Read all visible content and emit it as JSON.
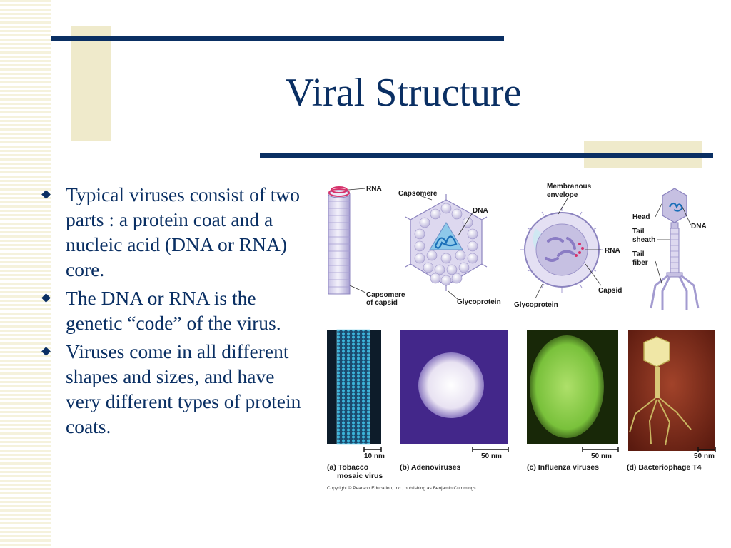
{
  "slide": {
    "title": "Viral Structure",
    "bullets": [
      "Typical viruses consist of two parts :  a protein coat and a nucleic acid (DNA or RNA) core.",
      "The DNA or RNA is the genetic “code” of the virus.",
      "Viruses come in all different shapes and sizes, and have very different types of protein coats."
    ]
  },
  "figure": {
    "labels": {
      "rna_tmv": "RNA",
      "capsomere": "Capsomere",
      "dna_adeno": "DNA",
      "membranous1": "Membranous",
      "membranous2": "envelope",
      "head": "Head",
      "dna_phage": "DNA",
      "tail1": "Tail",
      "sheath": "sheath",
      "tail2": "Tail",
      "fiber": "fiber",
      "rna_flu": "RNA",
      "capsomere_of1": "Capsomere",
      "capsomere_of2": "of capsid",
      "glyco_adeno": "Glycoprotein",
      "glyco_flu": "Glycoprotein",
      "capsid": "Capsid"
    },
    "scales": [
      "10 nm",
      "50 nm",
      "50 nm",
      "50 nm"
    ],
    "captions": {
      "a1": "(a) Tobacco",
      "a2": "mosaic virus",
      "b": "(b) Adenoviruses",
      "c": "(c) Influenza viruses",
      "d": "(d) Bacteriophage T4"
    },
    "copyright": "Copyright © Pearson Education, Inc., publishing as Benjamin Cummings."
  },
  "colors": {
    "navy": "#0a2f63",
    "tan": "#efeacb",
    "stripe": "#f5f2dc"
  }
}
